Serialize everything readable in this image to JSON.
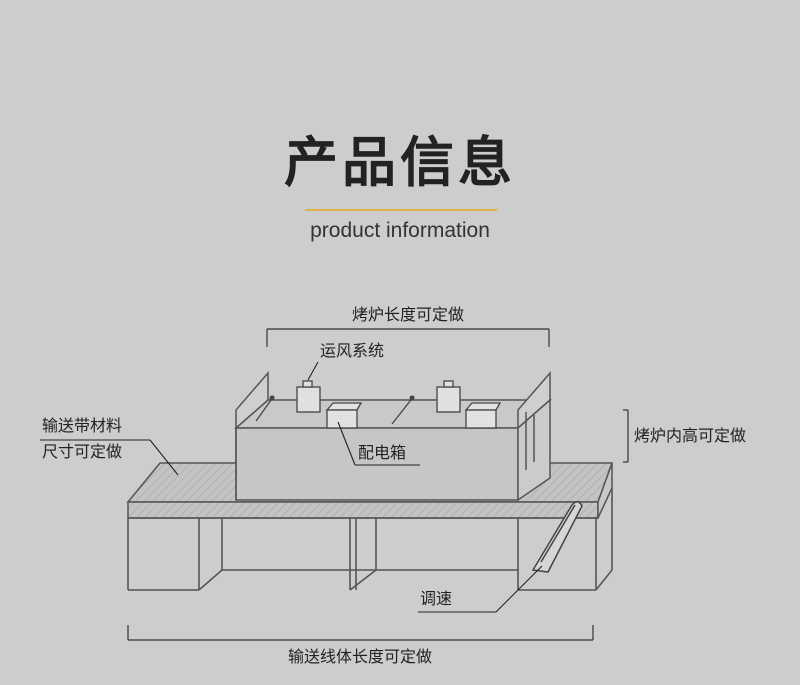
{
  "header": {
    "title": "产品信息",
    "subtitle": "product information"
  },
  "labels": {
    "oven_length": "烤炉长度可定做",
    "air_system": "运风系统",
    "belt_size_line1": "输送带材料",
    "belt_size_line2": "尺寸可定做",
    "distribution_box": "配电箱",
    "oven_height": "烤炉内高可定做",
    "speed": "调速",
    "line_length": "输送线体长度可定做"
  },
  "colors": {
    "background": "#cdcdcd",
    "accent_line": "#e0b24a",
    "stroke": "#555555"
  }
}
